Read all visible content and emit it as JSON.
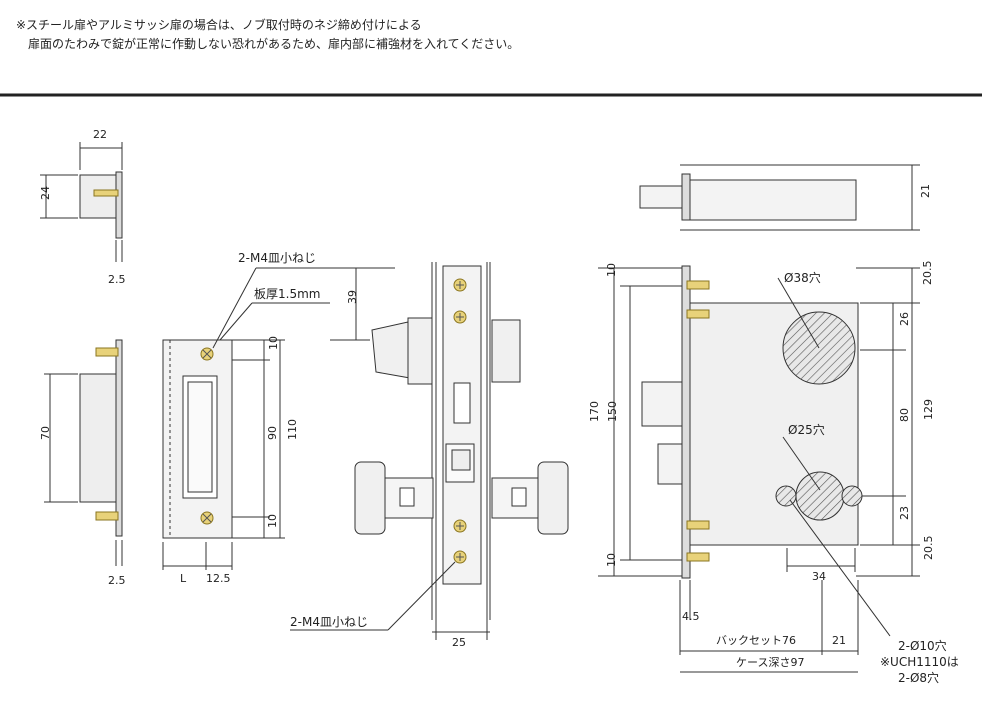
{
  "notes": [
    "※スチール扉やアルミサッシ扉の場合は、ノブ取付時のネジ締め付けによる",
    "　扉面のたわみで錠が正常に作動しない恐れがあるため、扉内部に補強材を入れてください。"
  ],
  "labels": {
    "screw_top": "2-M4皿小ねじ",
    "plate_thickness": "板厚1.5mm",
    "screw_bottom": "2-M4皿小ねじ",
    "hole_38": "Ø38穴",
    "hole_25": "Ø25穴",
    "hole_10": "2-Ø10穴",
    "uch_note": "※UCH1110は",
    "hole_8": "2-Ø8穴",
    "backset": "バックセット76",
    "case_depth": "ケース深さ97"
  },
  "dims": {
    "strike_width": "22",
    "strike_height": "24",
    "strike_thick": "2.5",
    "strike_side_height": "70",
    "strike_side_thick": "2.5",
    "plate_l": "L",
    "plate_w": "12.5",
    "plate_top": "10",
    "plate_mid": "90",
    "plate_total": "110",
    "plate_bottom": "10",
    "front_offset": "39",
    "front_width": "25",
    "side_h_top": "10",
    "side_h_150": "150",
    "side_h_170": "170",
    "side_h_bot": "10",
    "bolt_height": "21",
    "right_top": "20.5",
    "right_26": "26",
    "right_80": "80",
    "right_129": "129",
    "right_23": "23",
    "right_bot": "20.5",
    "w_34": "34",
    "w_45": "4.5",
    "w_21": "21"
  }
}
